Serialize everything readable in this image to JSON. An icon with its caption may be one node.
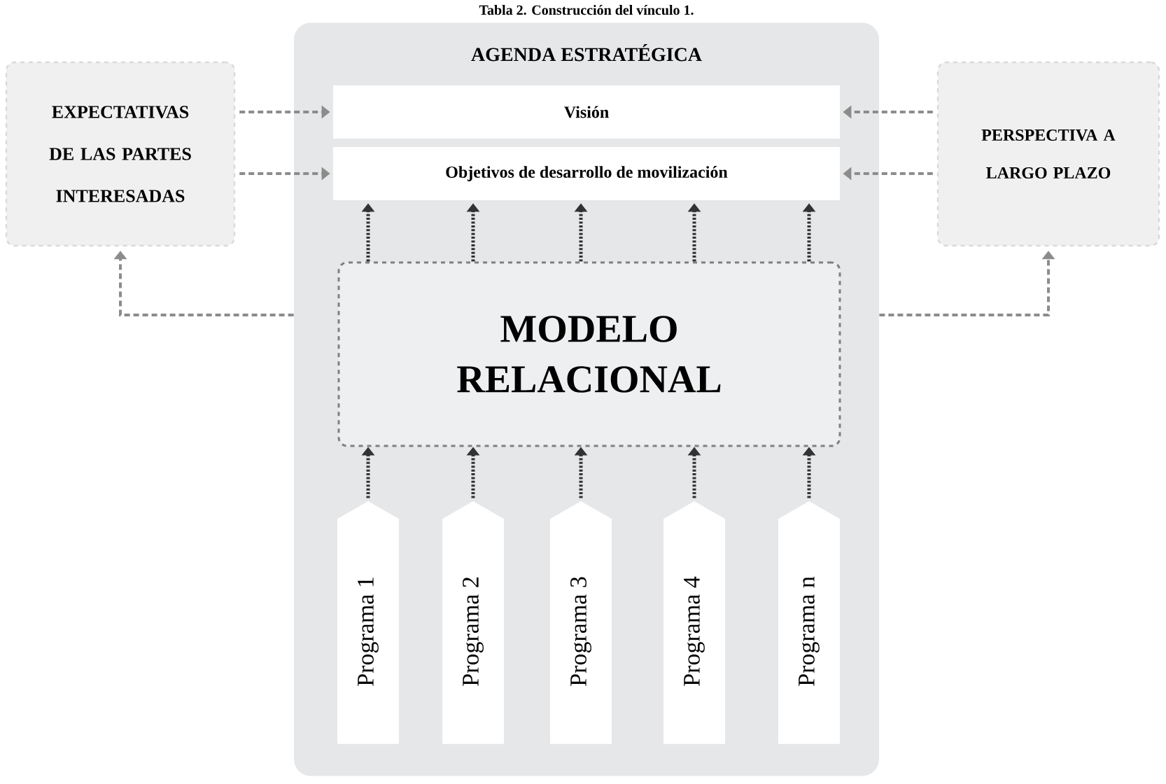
{
  "diagram": {
    "title": "Tabla 2. Construcción del vínculo 1.",
    "nodes": [
      {
        "text": [
          "AGENDA ESTRATÉGICA"
        ]
      },
      {
        "text": [
          "Visión"
        ],
        "in": 0
      },
      {
        "text": [
          "Objetivos de desarrollo de movilización"
        ],
        "in": 0
      },
      {
        "text": [
          "MODELO RELACIONAL"
        ],
        "in": 0
      },
      {
        "text": [
          "Programa 1"
        ],
        "in": 0
      },
      {
        "text": [
          "Programa 2"
        ],
        "in": 0
      },
      {
        "text": [
          "Programa 3"
        ],
        "in": 0
      },
      {
        "text": [
          "Programa 4"
        ],
        "in": 0
      },
      {
        "text": [
          "Programa n"
        ],
        "in": 0
      },
      {
        "text": [
          "EXPECTATIVAS DE LAS PARTES INTERESADAS"
        ]
      },
      {
        "text": [
          "PERSPECTIVA A LARGO PLAZO"
        ]
      }
    ],
    "edges": [
      {
        "from": 9,
        "to": 1,
        "arrow": "to",
        "style": "dashed",
        "color": "#8c8c8c"
      },
      {
        "from": 9,
        "to": 2,
        "arrow": "to",
        "style": "dashed",
        "color": "#8c8c8c"
      },
      {
        "from": 10,
        "to": 1,
        "arrow": "to",
        "style": "dashed",
        "color": "#8c8c8c"
      },
      {
        "from": 10,
        "to": 2,
        "arrow": "to",
        "style": "dashed",
        "color": "#8c8c8c"
      },
      {
        "from": 4,
        "to": 3,
        "arrow": "to"
      },
      {
        "from": 5,
        "to": 3,
        "arrow": "to"
      },
      {
        "from": 6,
        "to": 3,
        "arrow": "to"
      },
      {
        "from": 7,
        "to": 3,
        "arrow": "to"
      },
      {
        "from": 8,
        "to": 3,
        "arrow": "to"
      },
      {
        "from": 3,
        "to": 2,
        "arrow": "to"
      },
      {
        "from": 3,
        "to": 2,
        "arrow": "to"
      },
      {
        "from": 3,
        "to": 2,
        "arrow": "to"
      },
      {
        "from": 3,
        "to": 2,
        "arrow": "to"
      },
      {
        "from": 3,
        "to": 2,
        "arrow": "to"
      },
      {
        "from": 0,
        "to": 9,
        "arrow": "to",
        "style": "dashed",
        "color": "#8c8c8c"
      },
      {
        "from": 0,
        "to": 10,
        "arrow": "to",
        "style": "dashed",
        "color": "#8c8c8c"
      }
    ]
  }
}
